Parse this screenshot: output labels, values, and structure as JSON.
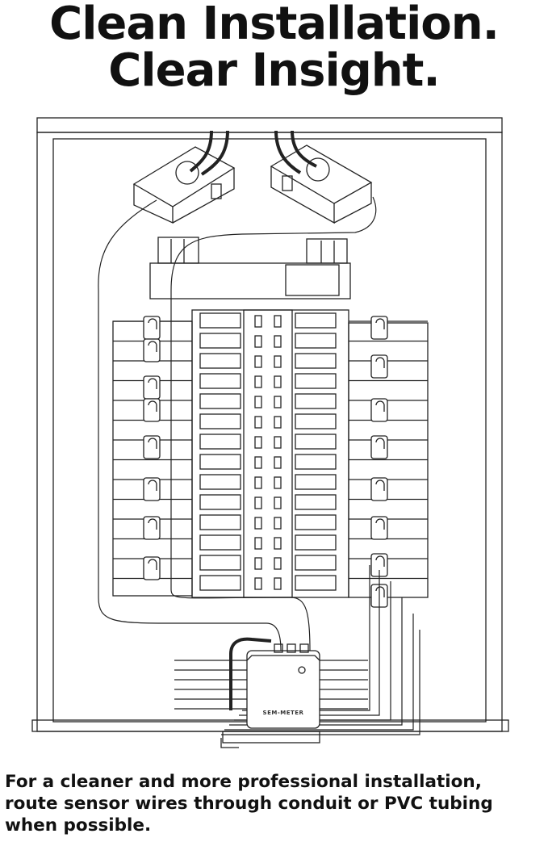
{
  "headline": {
    "line1": "Clean Installation.",
    "line2": "Clear Insight."
  },
  "device": {
    "label": "SEM-METER"
  },
  "caption": {
    "line1": "For a cleaner and more professional installation,",
    "line2": "route sensor wires through conduit or PVC tubing",
    "line3": "when possible."
  },
  "colors": {
    "ink": "#111111",
    "background": "#ffffff"
  }
}
